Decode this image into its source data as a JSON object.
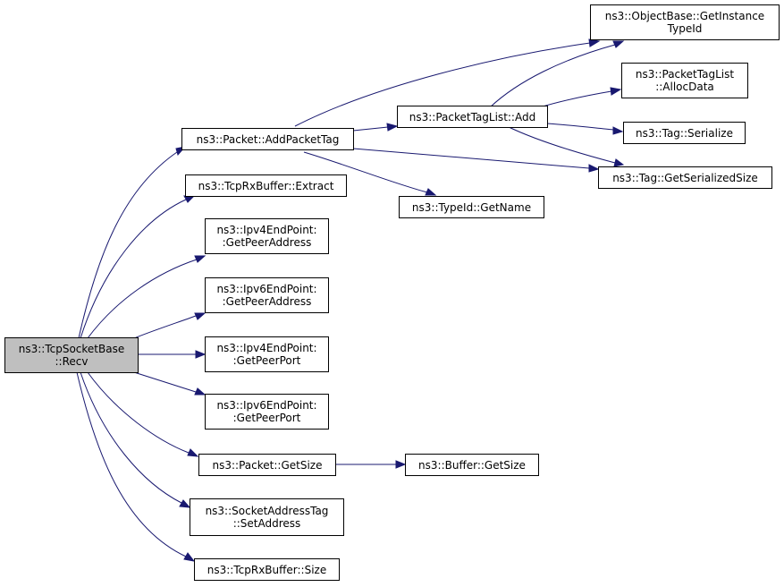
{
  "graph": {
    "edge_color": "#191970",
    "root_fill": "#bfbfbf",
    "nodes": {
      "recv": {
        "line1": "ns3::TcpSocketBase",
        "line2": "::Recv"
      },
      "add_packet_tag": {
        "line1": "ns3::Packet::AddPacketTag"
      },
      "rxbuffer_extract": {
        "line1": "ns3::TcpRxBuffer::Extract"
      },
      "ipv4_peer_address": {
        "line1": "ns3::Ipv4EndPoint:",
        "line2": ":GetPeerAddress"
      },
      "ipv6_peer_address": {
        "line1": "ns3::Ipv6EndPoint:",
        "line2": ":GetPeerAddress"
      },
      "ipv4_peer_port": {
        "line1": "ns3::Ipv4EndPoint:",
        "line2": ":GetPeerPort"
      },
      "ipv6_peer_port": {
        "line1": "ns3::Ipv6EndPoint:",
        "line2": ":GetPeerPort"
      },
      "packet_get_size": {
        "line1": "ns3::Packet::GetSize"
      },
      "socket_address_tag": {
        "line1": "ns3::SocketAddressTag",
        "line2": "::SetAddress"
      },
      "rxbuffer_size": {
        "line1": "ns3::TcpRxBuffer::Size"
      },
      "packet_tag_list_add": {
        "line1": "ns3::PacketTagList::Add"
      },
      "typeid_get_name": {
        "line1": "ns3::TypeId::GetName"
      },
      "buffer_get_size": {
        "line1": "ns3::Buffer::GetSize"
      },
      "object_base_instance_typeid": {
        "line1": "ns3::ObjectBase::GetInstance",
        "line2": "TypeId"
      },
      "packet_tag_list_alloc": {
        "line1": "ns3::PacketTagList",
        "line2": "::AllocData"
      },
      "tag_serialize": {
        "line1": "ns3::Tag::Serialize"
      },
      "tag_serialized_size": {
        "line1": "ns3::Tag::GetSerializedSize"
      }
    },
    "edges": [
      [
        "recv",
        "add_packet_tag"
      ],
      [
        "recv",
        "rxbuffer_extract"
      ],
      [
        "recv",
        "ipv4_peer_address"
      ],
      [
        "recv",
        "ipv6_peer_address"
      ],
      [
        "recv",
        "ipv4_peer_port"
      ],
      [
        "recv",
        "ipv6_peer_port"
      ],
      [
        "recv",
        "packet_get_size"
      ],
      [
        "recv",
        "socket_address_tag"
      ],
      [
        "recv",
        "rxbuffer_size"
      ],
      [
        "add_packet_tag",
        "object_base_instance_typeid"
      ],
      [
        "add_packet_tag",
        "packet_tag_list_add"
      ],
      [
        "add_packet_tag",
        "tag_serialized_size"
      ],
      [
        "add_packet_tag",
        "typeid_get_name"
      ],
      [
        "packet_tag_list_add",
        "object_base_instance_typeid"
      ],
      [
        "packet_tag_list_add",
        "packet_tag_list_alloc"
      ],
      [
        "packet_tag_list_add",
        "tag_serialize"
      ],
      [
        "packet_tag_list_add",
        "tag_serialized_size"
      ],
      [
        "packet_get_size",
        "buffer_get_size"
      ]
    ]
  }
}
